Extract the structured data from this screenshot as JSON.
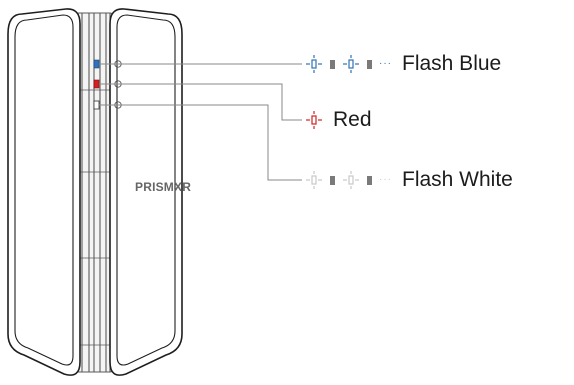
{
  "device": {
    "brand_text": "PRISMXR"
  },
  "legend": [
    {
      "id": "blue",
      "label": "Flash Blue",
      "mode": "flash",
      "color": "#2f72b7"
    },
    {
      "id": "red",
      "label": "Red",
      "mode": "solid",
      "color": "#d32020"
    },
    {
      "id": "white",
      "label": "Flash White",
      "mode": "flash",
      "color": "#c8c8c8"
    }
  ],
  "colors": {
    "outline": "#1e1e1e",
    "leader_line": "#888888",
    "off_segment": "#7a7a7a"
  }
}
